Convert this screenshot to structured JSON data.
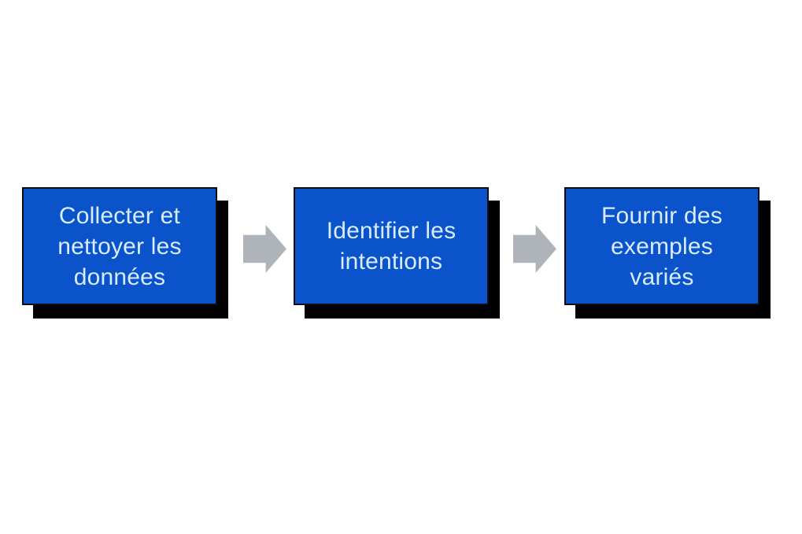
{
  "diagram": {
    "title": "process-flow",
    "colors": {
      "box_fill": "#0b53cb",
      "box_border": "#0c0c16",
      "box_shadow": "#000000",
      "text": "#d8ecfb",
      "arrow": "#aeb4ba",
      "background": "#ffffff"
    },
    "steps": [
      {
        "label": "Collecter et nettoyer les données",
        "lines": [
          "Collecter et",
          "nettoyer les",
          "données"
        ]
      },
      {
        "label": "Identifier les intentions",
        "lines": [
          "Identifier les",
          "intentions"
        ]
      },
      {
        "label": "Fournir des exemples variés",
        "lines": [
          "Fournir des",
          "exemples",
          "variés"
        ]
      }
    ],
    "connectors": [
      {
        "icon": "arrow-right"
      },
      {
        "icon": "arrow-right"
      }
    ]
  }
}
